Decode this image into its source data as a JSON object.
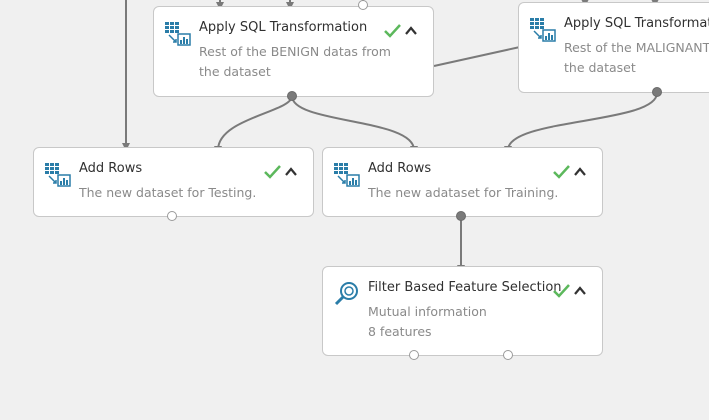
{
  "colors": {
    "canvas_bg": "#f0f0f0",
    "node_border": "#c8c8c8",
    "connector": "#7a7a7a",
    "check_green": "#5cb85c",
    "module_icon_blue": "#2a7da8"
  },
  "modules": [
    {
      "id": "sql-benign",
      "title": "Apply SQL Transformation",
      "subtitle_lines": [
        "Rest of the BENIGN datas from",
        "the dataset"
      ],
      "icon": "table-transform-icon",
      "status": "completed"
    },
    {
      "id": "sql-malignant",
      "title": "Apply SQL Transformation",
      "subtitle_lines": [
        "Rest of the MALIGNANT datas from",
        "the dataset"
      ],
      "icon": "table-transform-icon",
      "status": "completed"
    },
    {
      "id": "add-rows-testing",
      "title": "Add Rows",
      "subtitle_lines": [
        "The new dataset for Testing."
      ],
      "icon": "table-transform-icon",
      "status": "completed"
    },
    {
      "id": "add-rows-training",
      "title": "Add Rows",
      "subtitle_lines": [
        "The new adataset for Training."
      ],
      "icon": "table-transform-icon",
      "status": "completed"
    },
    {
      "id": "filter-feature",
      "title": "Filter Based Feature Selection",
      "subtitle_lines": [
        "Mutual information",
        "8 features"
      ],
      "icon": "magnifier-icon",
      "status": "completed"
    }
  ]
}
